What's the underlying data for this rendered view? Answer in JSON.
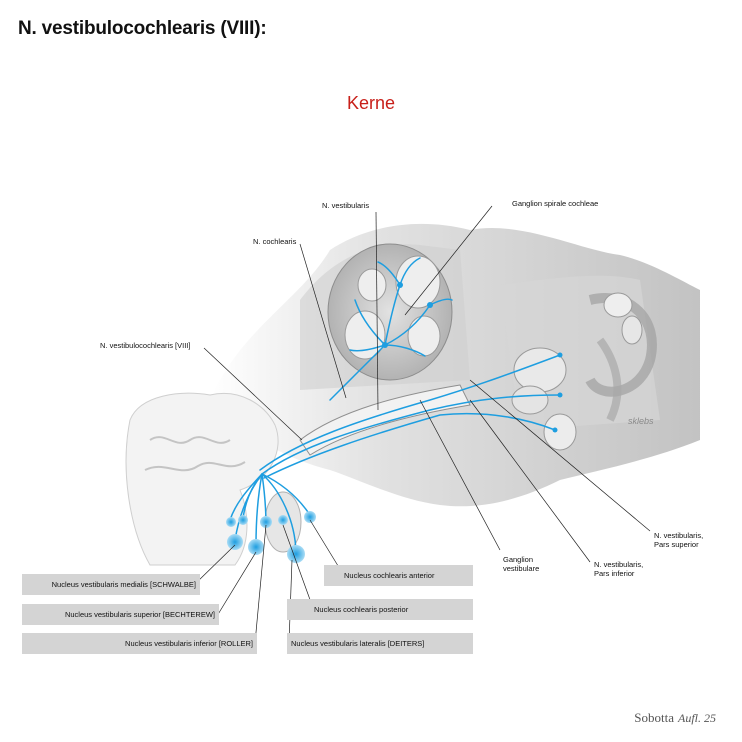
{
  "title": "N. vestibulocochlearis (VIII):",
  "subtitle": "Kerne",
  "labels": {
    "n_vestibularis": "N. vestibularis",
    "ganglion_spirale": "Ganglion spirale cochleae",
    "n_cochlearis": "N. cochlearis",
    "n_vestibulocochlearis": "N. vestibulocochlearis [VIII]",
    "ganglion_vestibulare_1": "Ganglion",
    "ganglion_vestibulare_2": "vestibulare",
    "pars_inferior_1": "N. vestibularis,",
    "pars_inferior_2": "Pars inferior",
    "pars_superior_1": "N. vestibularis,",
    "pars_superior_2": "Pars superior"
  },
  "nuclei": {
    "medialis": "Nucleus vestibularis medialis [SCHWALBE]",
    "superior": "Nucleus vestibularis superior [BECHTEREW]",
    "inferior": "Nucleus vestibularis inferior [ROLLER]",
    "cochlearis_anterior": "Nucleus cochlearis anterior",
    "cochlearis_posterior": "Nucleus cochlearis posterior",
    "lateralis": "Nucleus vestibularis lateralis [DEITERS]"
  },
  "signature": "sklebs",
  "footer": {
    "book": "Sobotta",
    "edition": "Aufl. 25"
  },
  "colors": {
    "nerve": "#1e9ee0",
    "nucleus": "#7fcaf0",
    "accent_red": "#c8201a",
    "label_box": "#d4d4d4",
    "bone": "#c9c9c9"
  }
}
